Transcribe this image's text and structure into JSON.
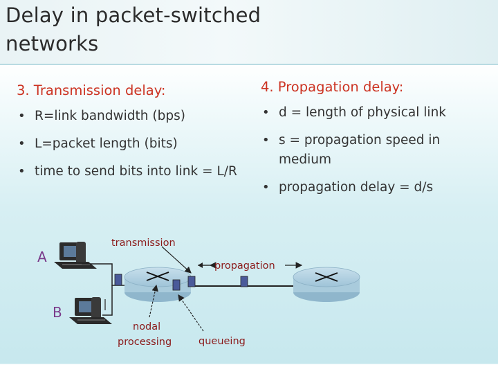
{
  "slide": {
    "title_line1": "Delay in packet-switched",
    "title_line2": "networks"
  },
  "left": {
    "heading": "3. Transmission delay:",
    "bullets": [
      "R=link bandwidth (bps)",
      "L=packet length (bits)",
      "time to send bits into link = L/R"
    ]
  },
  "right": {
    "heading": "4. Propagation delay:",
    "bullets": [
      "d = length of physical link",
      "s = propagation speed in medium",
      "propagation delay = d/s"
    ]
  },
  "diagram": {
    "host_a": "A",
    "host_b": "B",
    "label_transmission": "transmission",
    "label_propagation": "propagation",
    "label_nodal": "nodal",
    "label_processing": "processing",
    "label_queueing": "queueing"
  },
  "colors": {
    "heading": "#cc3322",
    "diagram_label": "#8b1a1a",
    "packet": "#4a5a9a",
    "router": "#a9cbdc"
  }
}
